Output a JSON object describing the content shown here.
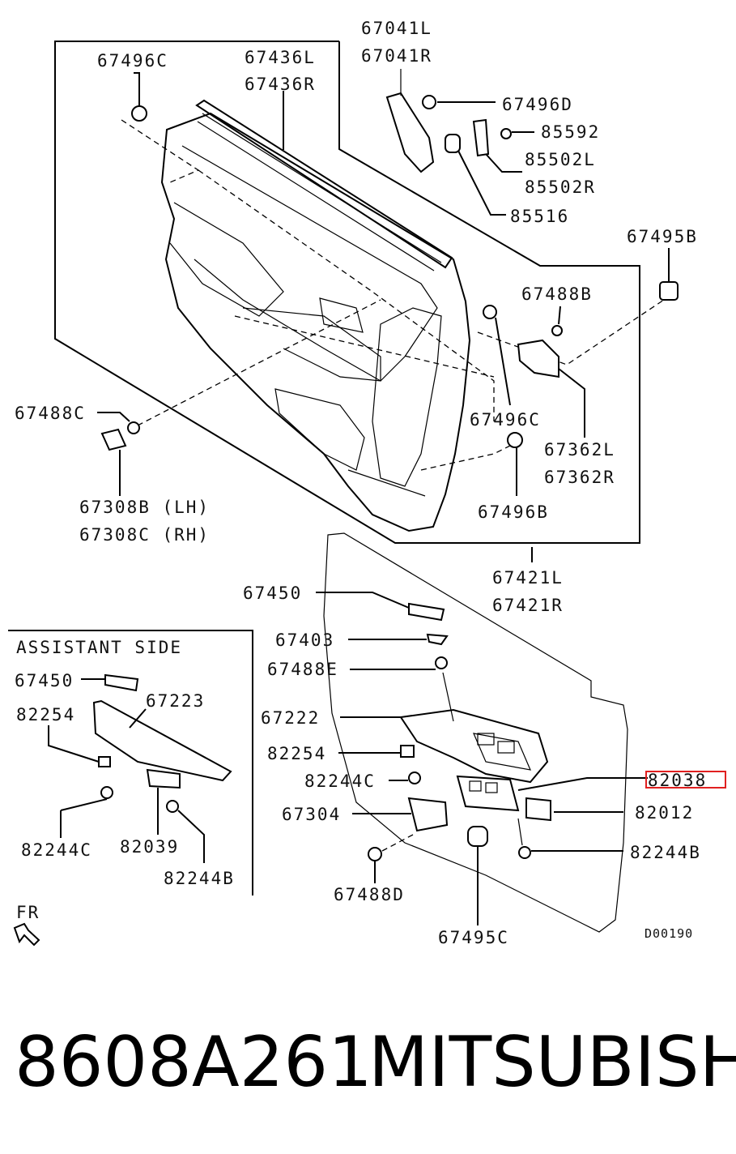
{
  "labels": {
    "p67041": "67041L",
    "p67041r": "67041R",
    "p67496c_top": "67496C",
    "p67436l": "67436L",
    "p67436r": "67436R",
    "p67496d": "67496D",
    "p85592": "85592",
    "p85502l": "85502L",
    "p85502r": "85502R",
    "p85516": "85516",
    "p67495b": "67495B",
    "p67488b": "67488B",
    "p67488c": "67488C",
    "p67496c_mid": "67496C",
    "p67362l": "67362L",
    "p67362r": "67362R",
    "p67308b": "67308B (LH)",
    "p67308c": "67308C (RH)",
    "p67496b": "67496B",
    "p67421l": "67421L",
    "p67421r": "67421R",
    "p67450": "67450",
    "p67403": "67403",
    "p67488e": "67488E",
    "p67222": "67222",
    "p82254": "82254",
    "p82244c": "82244C",
    "p67304": "67304",
    "p82038": "82038",
    "p82012": "82012",
    "p82244b": "82244B",
    "p67488d": "67488D",
    "p67495c": "67495C",
    "diagram_code": "D00190",
    "fr": "FR"
  },
  "assistant": {
    "title": "ASSISTANT SIDE",
    "p67450": "67450",
    "p67223": "67223",
    "p82254": "82254",
    "p82244c": "82244C",
    "p82039": "82039",
    "p82244b": "82244B"
  },
  "footer": {
    "part_number": "8608A261",
    "brand": "MITSUBISHI"
  },
  "highlight_color": "#e02020"
}
